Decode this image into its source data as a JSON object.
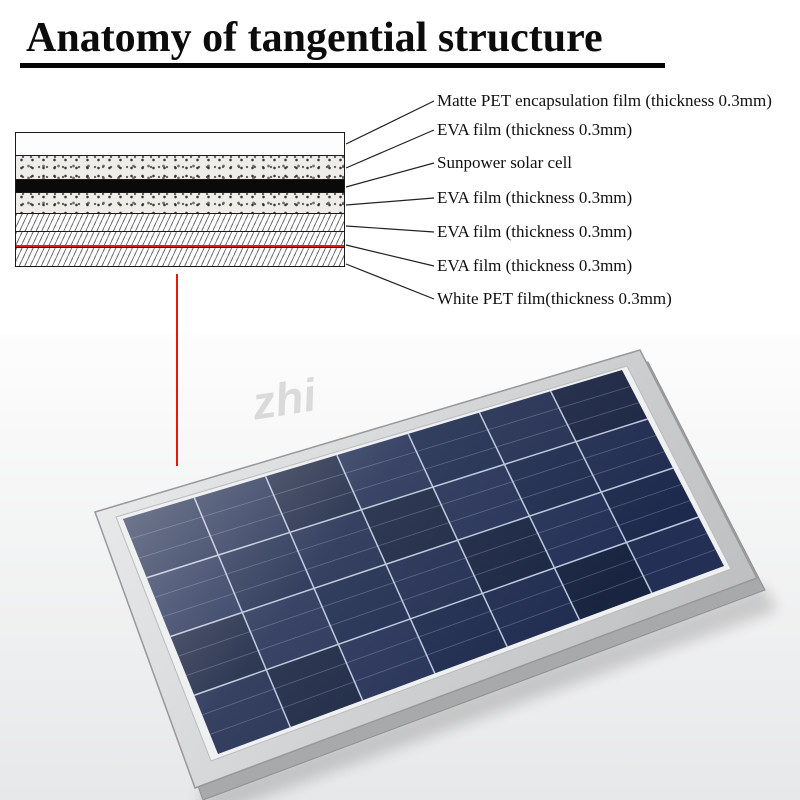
{
  "title": "Anatomy of tangential structure",
  "watermark": "zhi",
  "diagram": {
    "labels": [
      "Matte PET encapsulation film (thickness 0.3mm)",
      "EVA film (thickness 0.3mm)",
      "Sunpower solar cell",
      "EVA film (thickness 0.3mm)",
      "EVA film (thickness 0.3mm)",
      "EVA film (thickness 0.3mm)",
      "White PET film(thickness 0.3mm)"
    ],
    "layers": [
      {
        "name": "matte-pet-encapsulation-film"
      },
      {
        "name": "eva-film-top"
      },
      {
        "name": "sunpower-solar-cell"
      },
      {
        "name": "eva-film-mid"
      },
      {
        "name": "eva-film-lower"
      },
      {
        "name": "eva-film-bottom"
      },
      {
        "name": "white-pet-film"
      }
    ]
  },
  "colors": {
    "accent_red": "#e8160c",
    "panel_blue": "#1d2a4d",
    "frame_silver": "#d2d3d5"
  }
}
